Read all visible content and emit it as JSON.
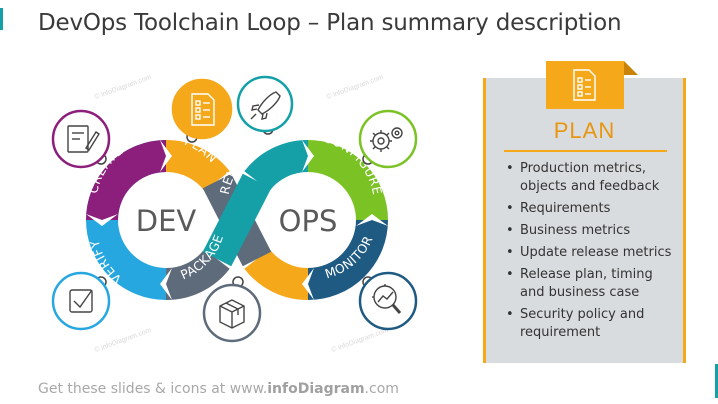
{
  "slide": {
    "title": "DevOps Toolchain Loop – Plan summary description",
    "footer_prefix": "Get these slides & icons at www.",
    "footer_brand": "infoDiagram",
    "footer_suffix": ".com"
  },
  "diagram": {
    "dev_label": "DEV",
    "ops_label": "OPS",
    "stages": [
      {
        "label": "CREATE",
        "color": "#8c1e7c",
        "icon": "edit-document-icon"
      },
      {
        "label": "PLAN",
        "color": "#f6a81b",
        "icon": "checklist-icon"
      },
      {
        "label": "RELEASE",
        "color": "#15a0a8",
        "icon": "rocket-icon"
      },
      {
        "label": "CONFIGURE",
        "color": "#7bc225",
        "icon": "gears-icon"
      },
      {
        "label": "MONITOR",
        "color": "#1f5a82",
        "icon": "magnifier-chart-icon"
      },
      {
        "label": "PACKAGE",
        "color": "#5e6b7a",
        "icon": "box-icon"
      },
      {
        "label": "VERIFY",
        "color": "#27a7df",
        "icon": "checkbox-icon"
      }
    ],
    "watermark": "© infoDiagram.com"
  },
  "panel": {
    "title": "PLAN",
    "icon": "checklist-icon",
    "accent": "#f6a81b",
    "items": [
      "Production metrics, objects and feedback",
      "Requirements",
      "Business metrics",
      "Update release metrics",
      "Release plan, timing and business case",
      "Security policy and requirement"
    ]
  }
}
